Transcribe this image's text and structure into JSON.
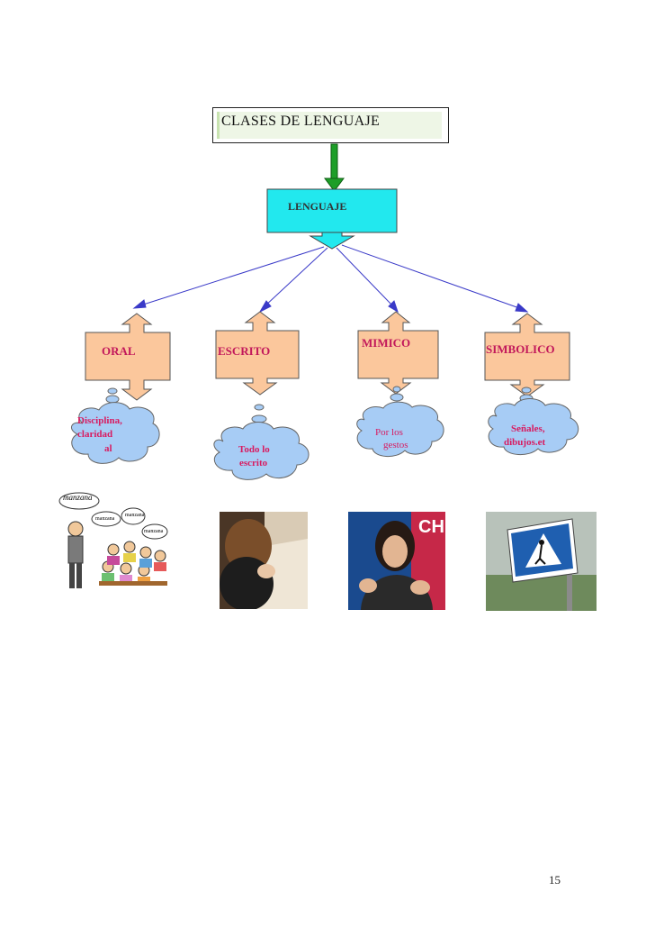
{
  "title": "CLASES DE LENGUAJE",
  "root": "LENGUAJE",
  "categories": [
    {
      "label": "ORAL",
      "note_lines": [
        "Disciplina,",
        "claridad",
        "al"
      ]
    },
    {
      "label": "ESCRITO",
      "note_lines": [
        "Todo lo",
        "escrito"
      ]
    },
    {
      "label": "MIMICO",
      "note_lines": [
        "Por los",
        "gestos"
      ]
    },
    {
      "label": "SIMBOLICO",
      "note_lines": [
        "Señales,",
        "dibujos.et"
      ]
    }
  ],
  "image_text": {
    "oral": [
      "manzana",
      "manzana",
      "manzana",
      "manzana"
    ],
    "sign_word": "CHIN"
  },
  "page_number": "15",
  "colors": {
    "root_fill": "#22e8ee",
    "box_fill": "#fbc79c",
    "cloud_fill": "#a7ccf5",
    "arrow_line": "#3a3ac8",
    "green_arrow": "#1d9e28",
    "label_color": "#c2185b"
  }
}
